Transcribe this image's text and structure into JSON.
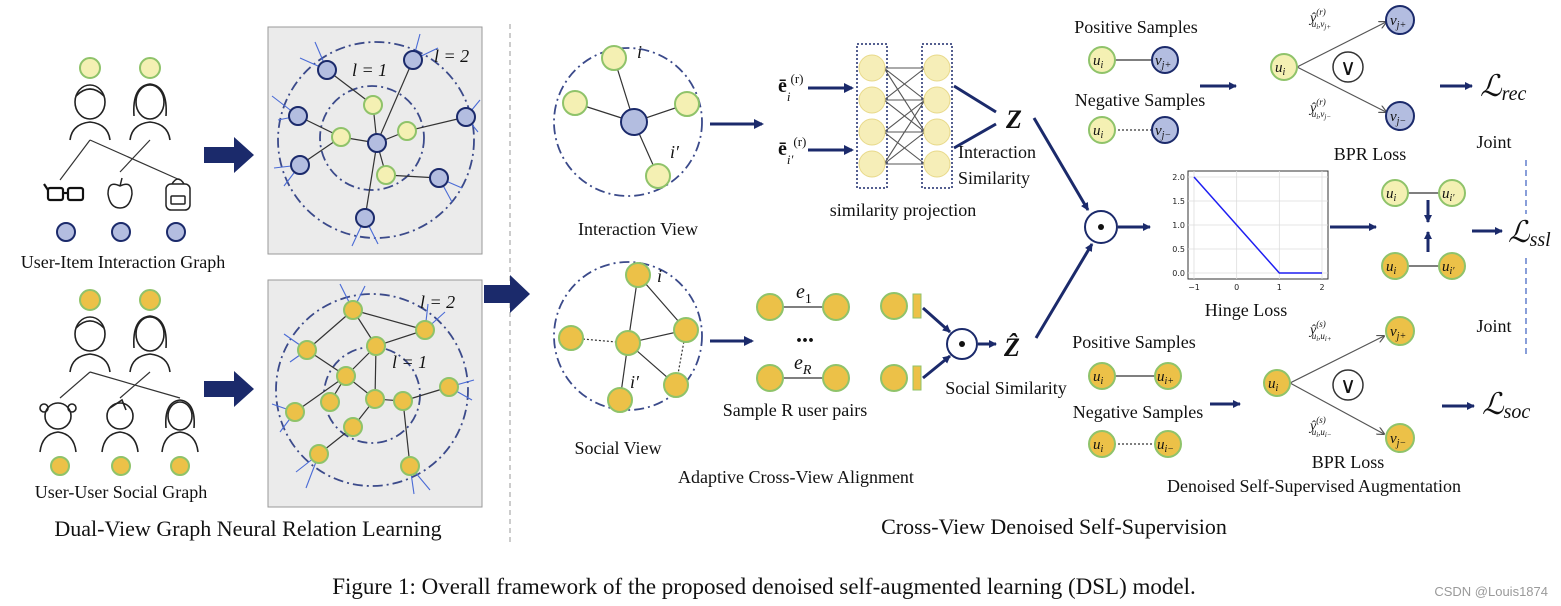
{
  "figure": {
    "caption": "Figure 1: Overall framework of the proposed denoised self-augmented learning (DSL) model.",
    "watermark": "CSDN @Louis1874"
  },
  "left_panel": {
    "title": "Dual-View Graph Neural Relation Learning",
    "interaction_graph_label": "User-Item Interaction Graph",
    "social_graph_label": "User-User Social Graph",
    "interaction_layers": [
      "l = 1",
      "l = 2"
    ],
    "social_layers": [
      "l = 2",
      "l = 1"
    ]
  },
  "right_panel": {
    "title": "Cross-View Denoised Self-Supervision",
    "interaction_view_label": "Interaction View",
    "social_view_label": "Social View",
    "node_i": "i",
    "node_i_prime": "i′",
    "interaction_embeddings": [
      "ē",
      "ē"
    ],
    "similarity_projection_label": "similarity projection",
    "interaction_similarity_label": [
      "Interaction",
      "Similarity"
    ],
    "z_label": "Z",
    "z_hat_label": "Ẑ",
    "social_similarity_label": "Social Similarity",
    "e1_label": "e",
    "eR_label": "e",
    "ellipsis": "...",
    "sample_pairs_label": "Sample R user pairs",
    "adaptive_label": "Adaptive Cross-View Alignment",
    "hinge_loss_label": "Hinge Loss",
    "hinge_x_ticks": [
      "−1",
      "0",
      "1",
      "2"
    ],
    "hinge_y_ticks": [
      "2.0",
      "1.5",
      "1.0",
      "0.5",
      "0.0"
    ],
    "positive_samples_label": "Positive Samples",
    "negative_samples_label": "Negative Samples",
    "bpr_loss_label": "BPR Loss",
    "joint_label": "Joint",
    "vee_symbol": "∨",
    "loss_rec": "ℒ",
    "loss_ssl": "ℒ",
    "loss_soc": "ℒ",
    "denoised_aug_label": "Denoised Self-Supervised Augmentation"
  },
  "colors": {
    "navy": "#1b2a6b",
    "item_node": "#b3bde0",
    "user_interaction_node": "#f4f0b3",
    "user_social_node": "#ecc148",
    "node_outline_green": "#8fc36a",
    "panel_bg": "#ebebeb",
    "hinge_line": "#1f1ff2"
  },
  "chart_data": {
    "type": "line",
    "title": "Hinge Loss",
    "x": [
      -1,
      1,
      2
    ],
    "y": [
      2.0,
      0.0,
      0.0
    ],
    "xlim": [
      -1,
      2
    ],
    "ylim": [
      0,
      2
    ],
    "grid": true
  }
}
